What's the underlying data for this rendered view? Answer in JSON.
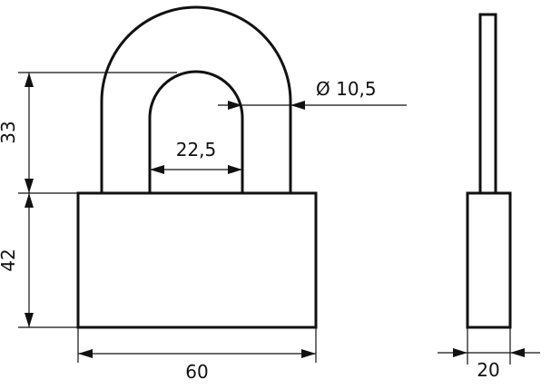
{
  "dimensions": {
    "shackle_height": "33",
    "body_height": "42",
    "shackle_inner_width": "22,5",
    "shackle_diameter": "Ø 10,5",
    "body_width": "60",
    "body_thickness": "20"
  },
  "colors": {
    "line": "#111111",
    "background": "#ffffff"
  }
}
